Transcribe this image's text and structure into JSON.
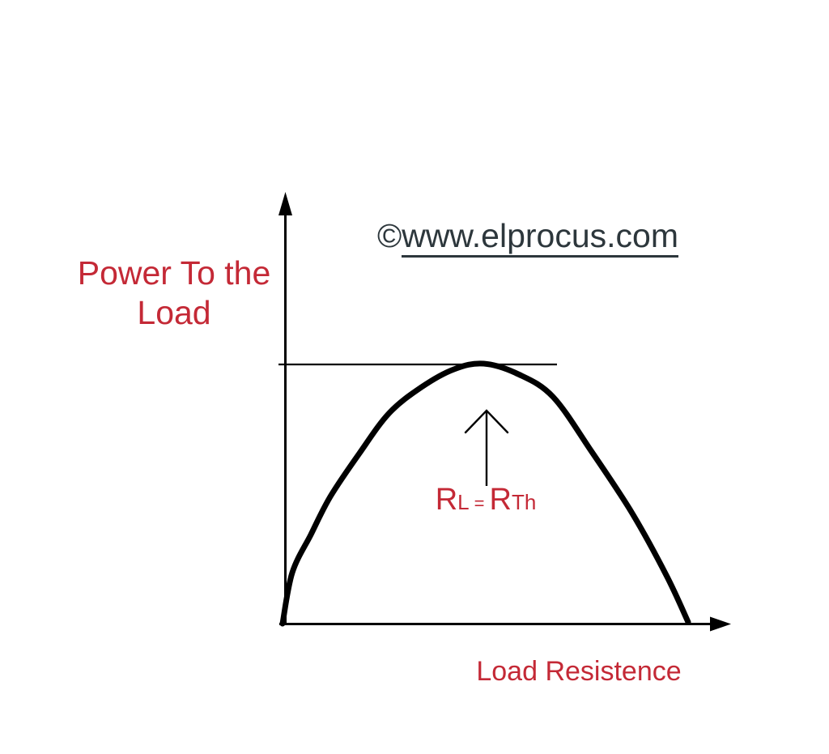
{
  "watermark": {
    "symbol": "©",
    "text": "www.elprocus.com"
  },
  "labels": {
    "y_axis": "Power To the Load",
    "x_axis": "Load Resistence",
    "peak": {
      "r1": "R",
      "sub1": "L",
      "eq": "=",
      "r2": "R",
      "sub2": "Th"
    }
  },
  "colors": {
    "label_red": "#C42936",
    "watermark_dark": "#2D373C",
    "line_black": "#000000"
  },
  "chart_data": {
    "type": "line",
    "title": "",
    "xlabel": "Load Resistence",
    "ylabel": "Power To the Load",
    "x_ticks": [],
    "y_ticks": [],
    "grid": false,
    "axis_arrows": true,
    "legend": false,
    "series": [
      {
        "name": "power-to-load-curve",
        "x_normalized": [
          0,
          0.024,
          0.07,
          0.118,
          0.189,
          0.263,
          0.343,
          0.422,
          0.496,
          0.582,
          0.667,
          0.761,
          0.861,
          0.946,
          1.0
        ],
        "y_normalized": [
          0,
          0.196,
          0.343,
          0.489,
          0.654,
          0.81,
          0.91,
          0.978,
          1.0,
          0.959,
          0.872,
          0.664,
          0.427,
          0.187,
          0.006
        ]
      }
    ],
    "peak_annotation": {
      "x_normalized": 0.496,
      "y_normalized": 1.0,
      "label": "RL = RTh",
      "horizontal_line_at_peak": true,
      "up_arrow_pointing_to_peak": true
    }
  }
}
